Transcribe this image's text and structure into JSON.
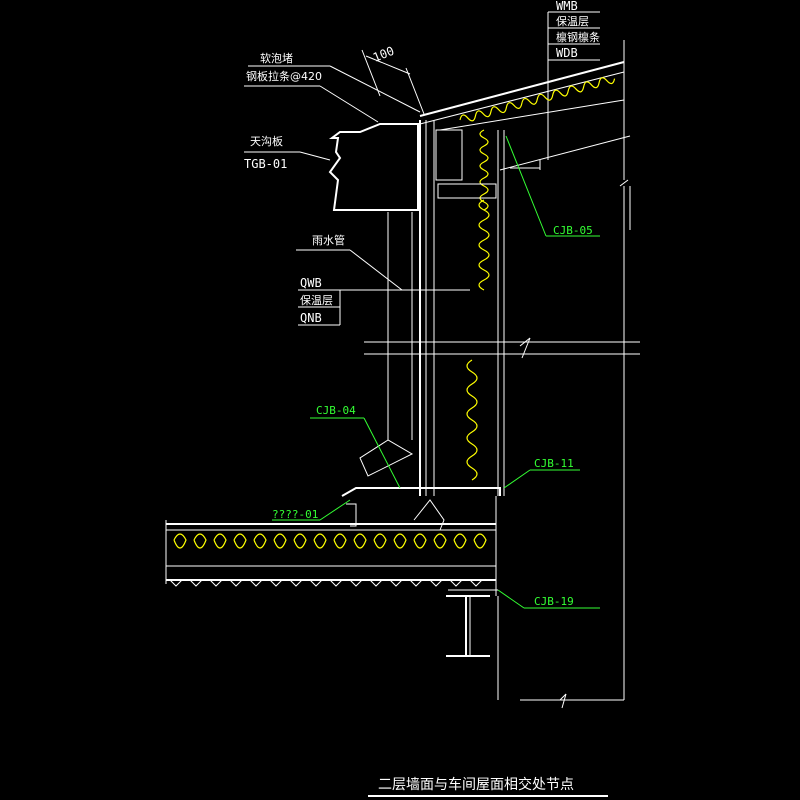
{
  "drawing": {
    "title": "二层墙面与车间屋面相交处节点",
    "roof_layers": [
      "WMB",
      "保温层",
      "檩钢檩条",
      "WDB"
    ],
    "dimension": "100",
    "labels": {
      "foam": "软泡堵",
      "strap": "钢板拉条@420",
      "gutter": "天沟板",
      "gutter_code": "TGB-01",
      "downpipe": "雨水管"
    },
    "wall_layers": [
      "QWB",
      "保温层",
      "QNB"
    ],
    "callouts": {
      "cjb05": "CJB-05",
      "cjb04": "CJB-04",
      "cjb11": "CJB-11",
      "unknown": "????-01",
      "cjb19": "CJB-19"
    },
    "colors": {
      "background": "#000000",
      "lines": "#ffffff",
      "callouts": "#33ff33",
      "insulation": "#ffff00"
    }
  }
}
